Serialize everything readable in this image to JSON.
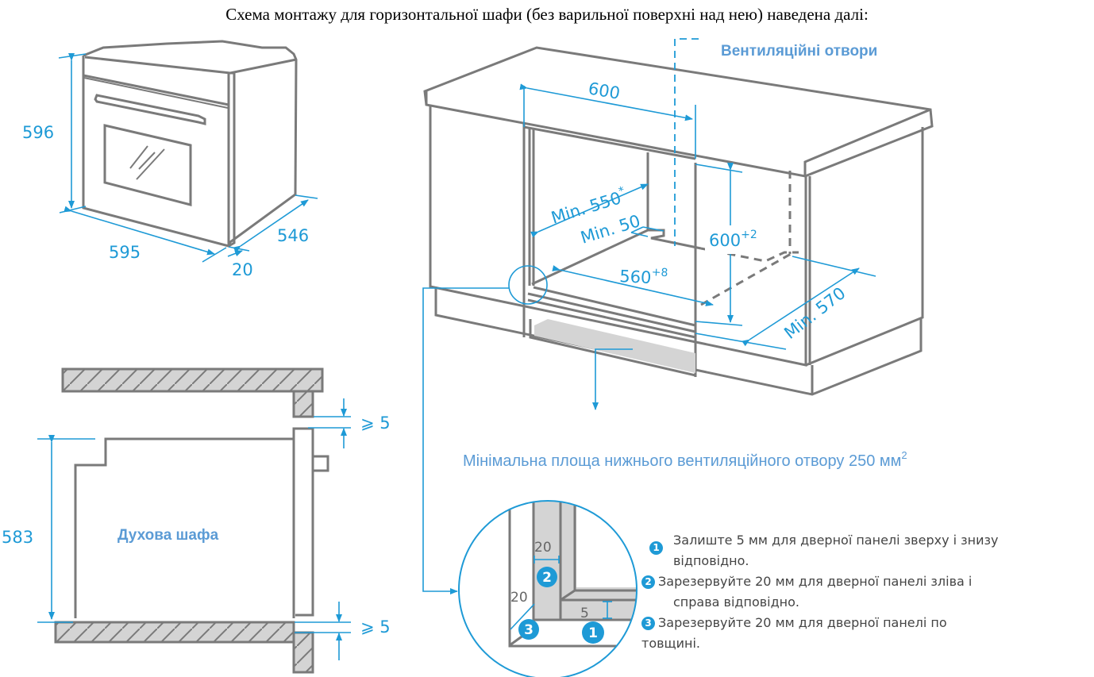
{
  "title": "Схема монтажу для горизонтальної шафи (без варильної поверхні над нею) наведена далі:",
  "oven_3d": {
    "height": "596",
    "width": "595",
    "depth": "546",
    "door_thickness": "20"
  },
  "cabinet_3d": {
    "vent_label": "Вентиляційні отвори",
    "niche_width": "600",
    "min_depth_top": "Min. 550",
    "min_depth_top_note": "*",
    "min_gap": "Min. 50",
    "niche_height": "600",
    "niche_height_tol": "+2",
    "niche_depth": "560",
    "niche_depth_tol": "+8",
    "cabinet_min_depth": "Min. 570"
  },
  "bottom_vent_note": {
    "text": "Мінімальна площа нижнього вентиляційного отвору 250 мм",
    "sup": "2"
  },
  "side_section": {
    "oven_label": "Духова шафа",
    "height": "583",
    "top_gap": "⩾ 5",
    "bottom_gap": "⩾ 5"
  },
  "detail": {
    "gap_side": "20",
    "gap_thickness": "20",
    "gap_top_bottom": "5",
    "badges": [
      "1",
      "2",
      "3"
    ]
  },
  "legend": [
    {
      "badge": "1",
      "text": "Залиште 5 мм для дверної панелі зверху і знизу",
      "text2": "відповідно."
    },
    {
      "badge": "2",
      "text": "Зарезервуйте 20 мм для дверної панелі зліва і",
      "text2": "справа відповідно."
    },
    {
      "badge": "3",
      "text": "Зарезервуйте 20 мм для дверної панелі по",
      "text2": "товщині."
    }
  ],
  "colors": {
    "dimension_blue": "#1e9ad6",
    "label_blue": "#5b9bd5",
    "line_gray": "#7a7a7a",
    "panel_fill": "#d4d4d4"
  }
}
